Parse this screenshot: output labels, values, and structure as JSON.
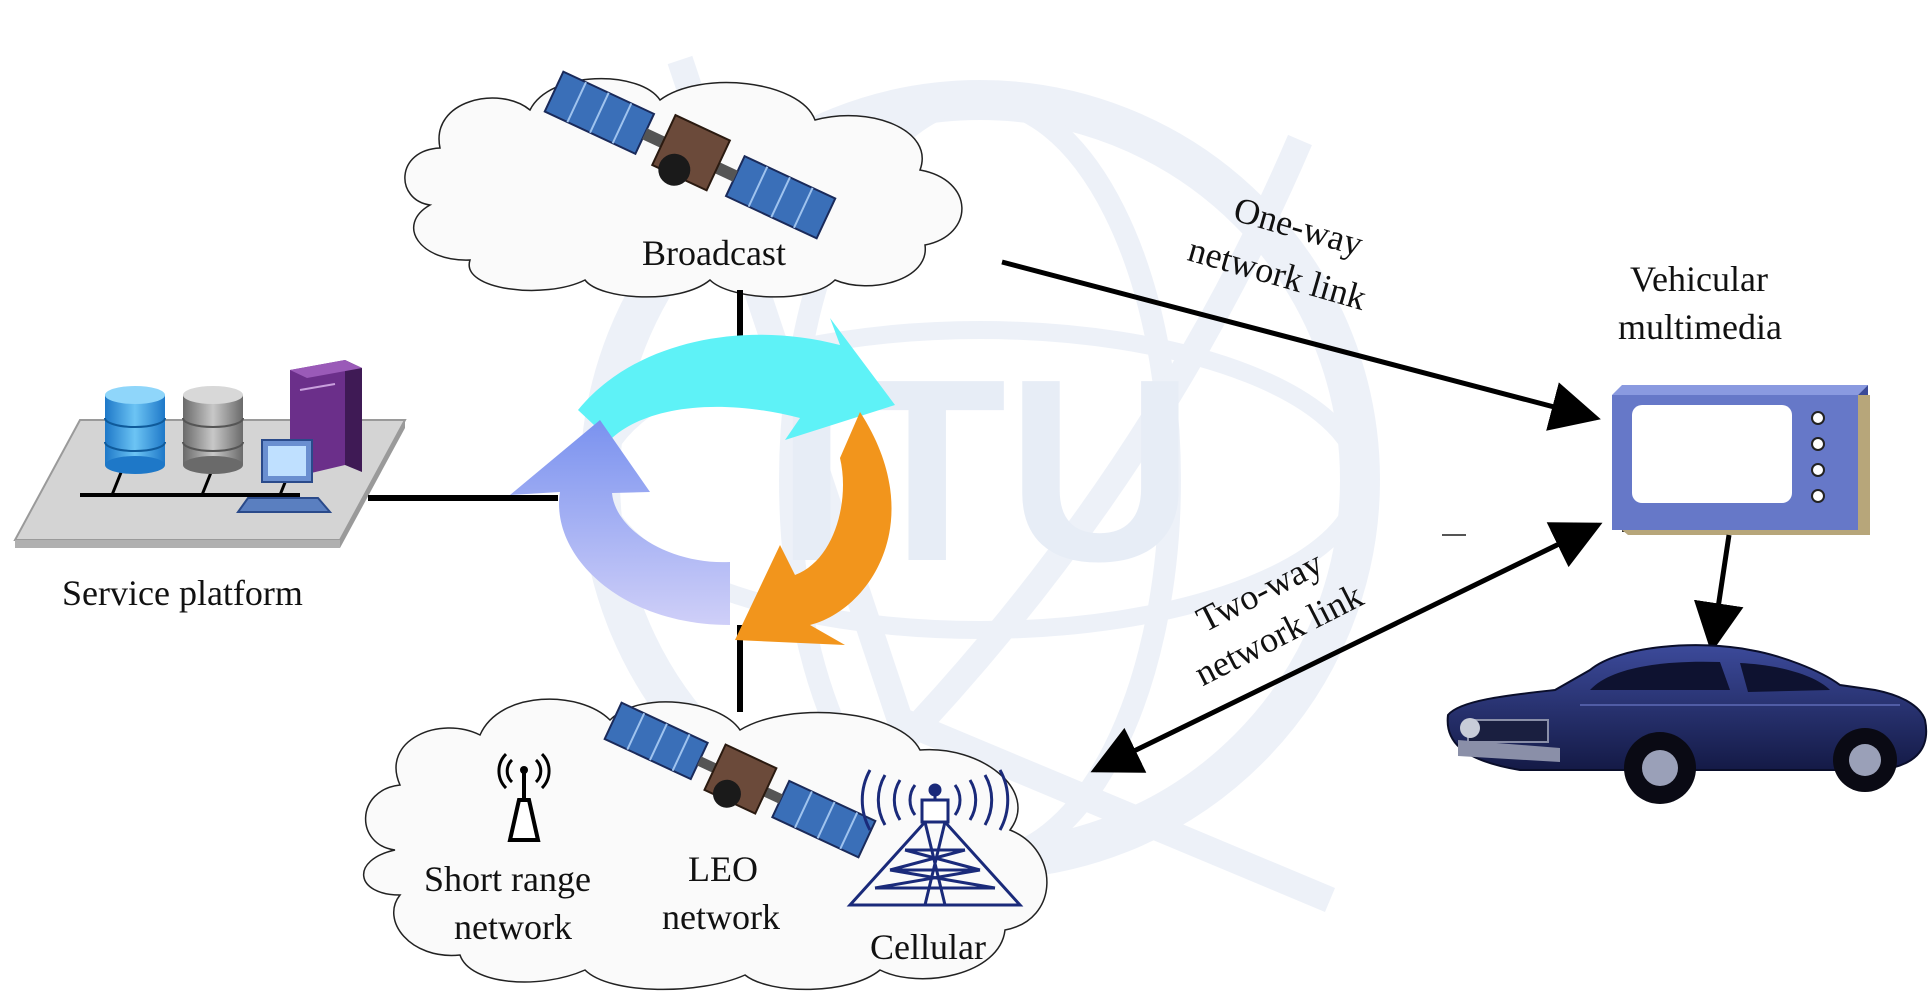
{
  "labels": {
    "broadcast": "Broadcast",
    "service_platform": "Service platform",
    "one_way_line1": "One-way",
    "one_way_line2": "network link",
    "two_way_line1": "Two-way",
    "two_way_line2": "network link",
    "vehicular_line1": "Vehicular",
    "vehicular_line2": "multimedia",
    "short_range_line1": "Short range",
    "short_range_line2": "network",
    "leo_line1": "LEO",
    "leo_line2": "network",
    "cellular": "Cellular",
    "watermark": "ITU"
  },
  "colors": {
    "cycle_cyan": "#5ef2f7",
    "cycle_orange": "#f2951c",
    "cycle_blue_light": "#c7c7f7",
    "cycle_blue_dark": "#7d94f0",
    "watermark": "#d5dff0",
    "tv_frame": "#6678c8",
    "car_body": "#232c6a",
    "line": "#000000"
  }
}
